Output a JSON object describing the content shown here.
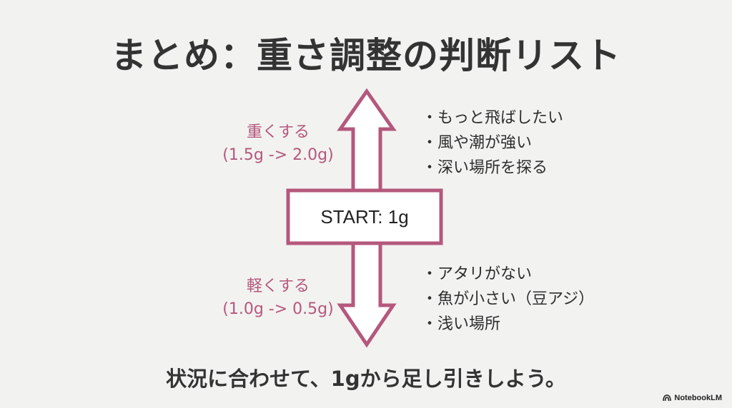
{
  "title": "まとめ：重さ調整の判断リスト",
  "up": {
    "label": "重くする",
    "range": "(1.5g -> 2.0g)",
    "items": [
      "もっと飛ばしたい",
      "風や潮が強い",
      "深い場所を探る"
    ]
  },
  "start": {
    "label": "START: 1g"
  },
  "down": {
    "label": "軽くする",
    "range": "(1.0g -> 0.5g)",
    "items": [
      "アタリがない",
      "魚が小さい（豆アジ）",
      "浅い場所"
    ]
  },
  "footer": "状況に合わせて、1gから足し引きしよう。",
  "brand": {
    "name": "NotebookLM",
    "icon": "notebooklm-logo-icon"
  },
  "colors": {
    "accent": "#b4587c",
    "background": "#f2f2f1",
    "text": "#333333"
  }
}
